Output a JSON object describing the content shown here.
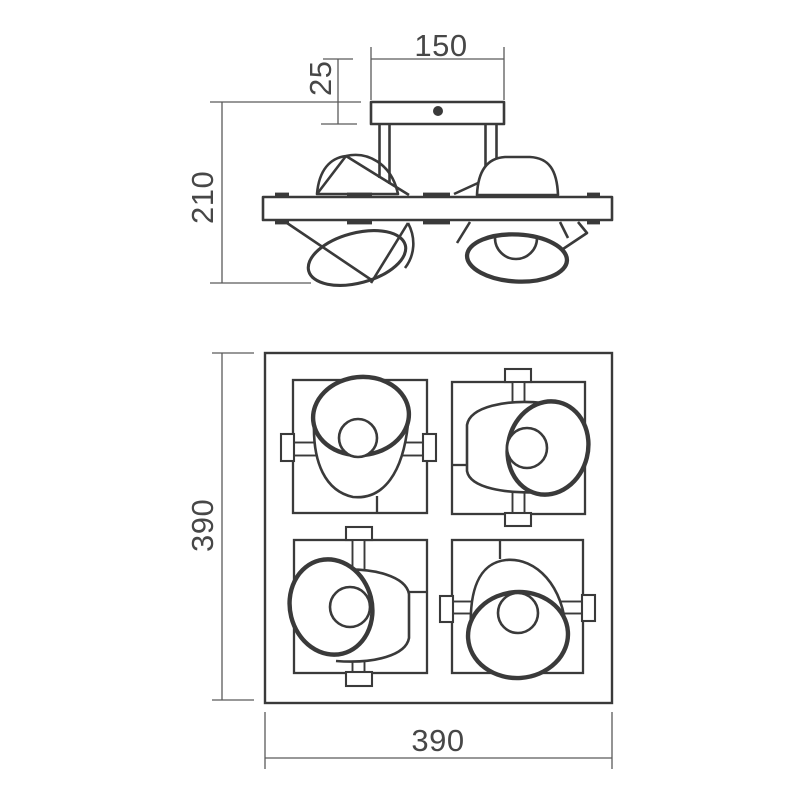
{
  "colors": {
    "background": "#ffffff",
    "drawing_line": "#3a3a3a",
    "dimension_line": "#5a5a5a",
    "dimension_text": "#474747"
  },
  "elevation": {
    "dimensions": {
      "canopy_width": "150",
      "canopy_thickness": "25",
      "overall_height": "210"
    }
  },
  "plan": {
    "dimensions": {
      "overall_depth": "390",
      "overall_width": "390"
    }
  }
}
